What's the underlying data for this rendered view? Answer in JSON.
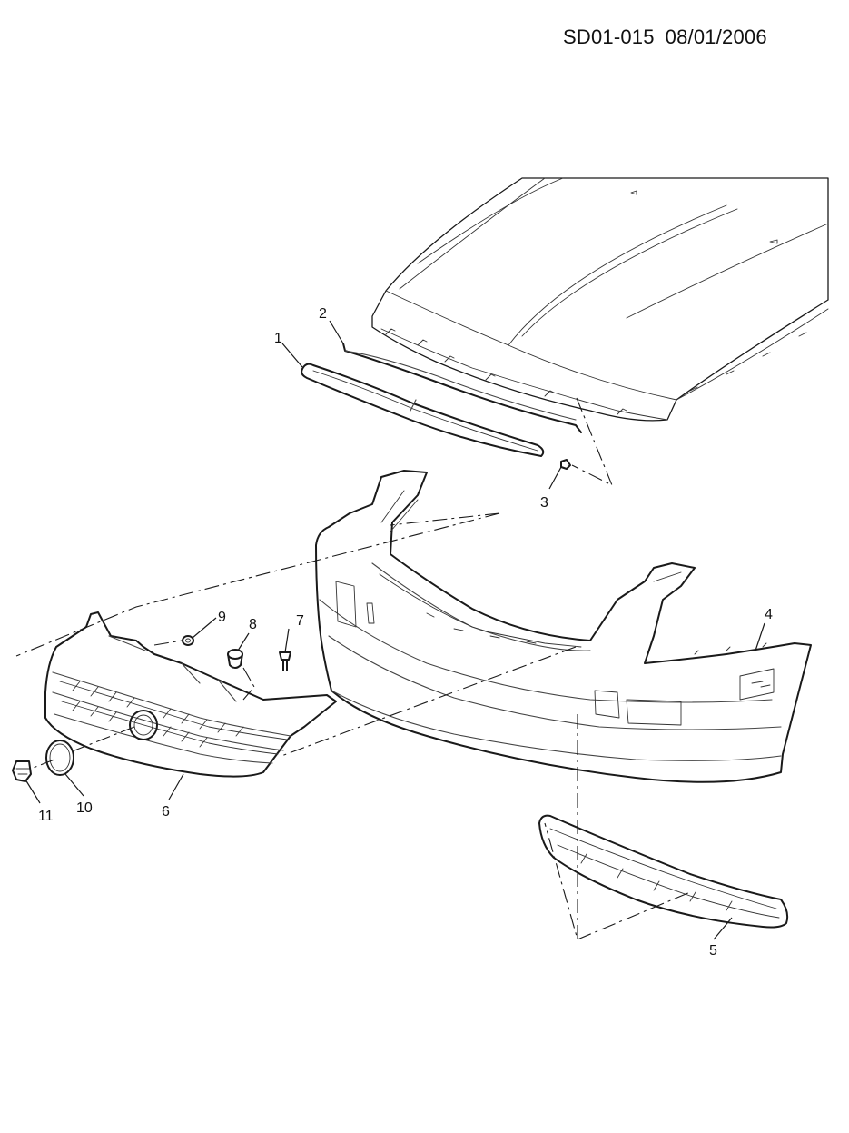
{
  "header": {
    "diagram_code": "SD01-015",
    "date": "08/01/2006"
  },
  "callouts": {
    "c1": "1",
    "c2": "2",
    "c3": "3",
    "c4": "4",
    "c5": "5",
    "c6": "6",
    "c7": "7",
    "c8": "8",
    "c9": "9",
    "c10": "10",
    "c11": "11"
  }
}
